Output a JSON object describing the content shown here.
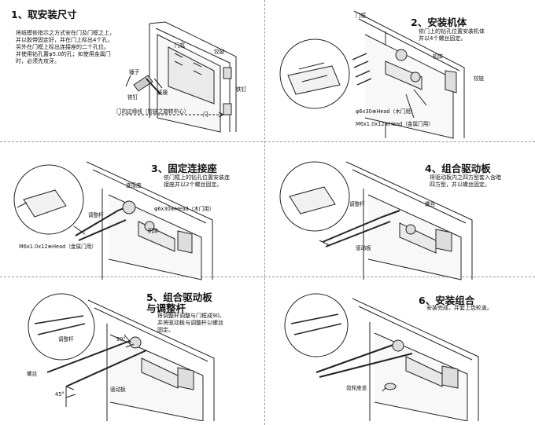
{
  "steps": [
    {
      "title": "1、取安装尺寸",
      "desc": "将纸模依指示之方式安在门及门框之上，\n并以胶带固定好，并在门上标出4个孔，\n另外在门框上标出连接座的二个孔位。\n并使用钻孔置φ5.0的孔；如使用金属门\n时，必须先攻牙。",
      "labels": {
        "frame": "门框",
        "hinge": "铰链",
        "door": "门",
        "hammer": "锤子",
        "nail": "铁钉",
        "template": "纸模",
        "screw": "铁钉",
        "centerline": "门的边缘线（铰链之旋转中心）"
      }
    },
    {
      "title": "2、安装机体",
      "desc": "依门上的钻孔位置安装机体\n并以4个螺丝固定。",
      "labels": {
        "frame": "门框",
        "body": "机体",
        "hinge": "铰链",
        "screw_wood": "φ6x30⊕Head（木门用）",
        "screw_metal": "M6x1.0x12⊕Head（金属门用）"
      }
    },
    {
      "title": "3、固定连接座",
      "desc": "依门框上的钻孔位置安装连\n接座并以2个螺丝固定。",
      "labels": {
        "seat": "连接座",
        "rod": "调整杆",
        "body": "机体",
        "screw_wood": "φ6x30⊕Head（木门用）",
        "screw_metal": "M6x1.0x12⊕Head（金属门用）"
      }
    },
    {
      "title": "4、组合驱动板",
      "desc": "将驱动板内之四方型套入含暗\n四方型，并以螺丝固定。",
      "labels": {
        "rod": "调整杆",
        "screw": "螺丝",
        "plate": "驱动板"
      }
    },
    {
      "title": "5、组合驱动板\n与调整杆",
      "desc": "将调整杆调整与门框成90。\n并将驱动板与调整杆以螺丝\n固定。",
      "labels": {
        "rod": "调整杆",
        "screw": "螺丝",
        "plate": "驱动板",
        "angle90": "90°",
        "angle45": "45°"
      }
    },
    {
      "title": "6、安装组合",
      "desc": "安装完成，并套上齿轮盖。",
      "labels": {
        "cover": "齿轮座盖"
      }
    }
  ]
}
